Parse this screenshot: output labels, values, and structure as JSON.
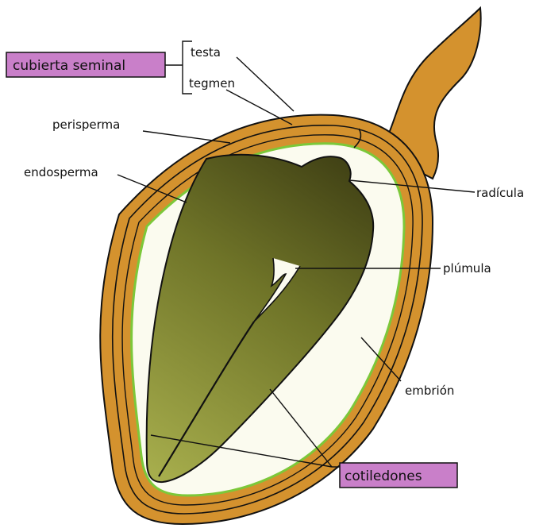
{
  "labels": {
    "cubierta_seminal": "cubierta seminal",
    "testa": "testa",
    "tegmen": "tegmen",
    "perisperma": "perisperma",
    "endosperma": "endosperma",
    "radicula": "radícula",
    "plumula": "plúmula",
    "embrion": "embrión",
    "cotiledones": "cotiledones"
  },
  "colors": {
    "seed_coat": "#d4922e",
    "outline": "#111111",
    "perisperm_line": "#7cc83a",
    "endosperm": "#fbfbef",
    "embryo_dark": "#3f3f14",
    "embryo_light": "#a3a94a",
    "label_box": "#c97fc9"
  }
}
